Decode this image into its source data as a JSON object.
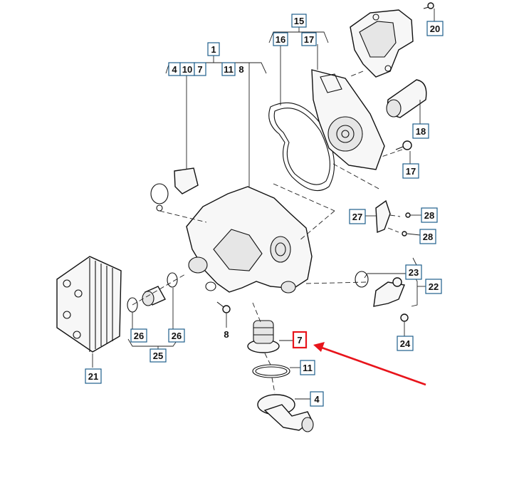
{
  "labels": {
    "l1": "1",
    "l4a": "4",
    "l10": "10",
    "l7a": "7",
    "l11a": "11",
    "l8a": "8",
    "l15": "15",
    "l16": "16",
    "l17a": "17",
    "l20": "20",
    "l18": "18",
    "l17b": "17",
    "l27": "27",
    "l28a": "28",
    "l28b": "28",
    "l23": "23",
    "l22": "22",
    "l24": "24",
    "l26a": "26",
    "l26b": "26",
    "l25": "25",
    "l21": "21",
    "l8b": "8",
    "l7b": "7",
    "l11b": "11",
    "l4b": "4"
  },
  "colors": {
    "label_border": "#1f5f8b",
    "highlight": "#e8141b",
    "arrow": "#e8141b"
  }
}
